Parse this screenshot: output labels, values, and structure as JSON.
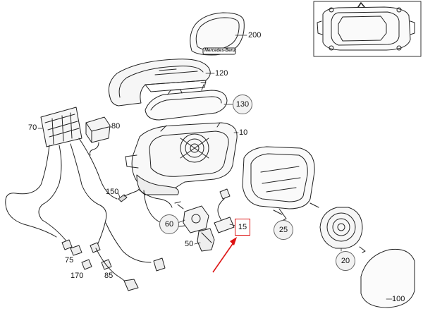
{
  "diagram": {
    "part_labels": {
      "p10": "10",
      "p15": "15",
      "p20": "20",
      "p25": "25",
      "p50": "50",
      "p60": "60",
      "p70": "70",
      "p75": "75",
      "p80": "80",
      "p85": "85",
      "p100": "100",
      "p120": "120",
      "p130": "130",
      "p150": "150",
      "p170": "170",
      "p200": "200"
    },
    "emblem_text": "Mercedes-Benz",
    "highlight_color": "#dd1111",
    "line_color": "#222222"
  }
}
